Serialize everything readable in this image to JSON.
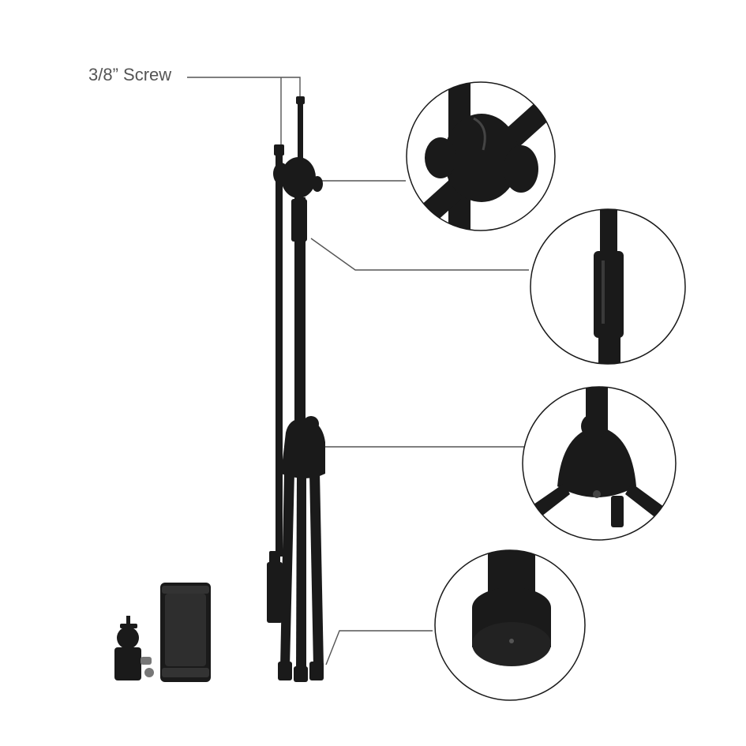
{
  "callout": {
    "label": "3/8” Screw"
  },
  "colors": {
    "background": "#ffffff",
    "metal": "#1a1a1a",
    "highlight": "#3a3a3a",
    "line": "#555555"
  },
  "parts": {
    "boom_clamp": "boom-clamp-knob",
    "tube_joint": "telescopic-tube-joint",
    "leg_hub": "tripod-leg-hub",
    "foot": "rubber-foot-cap",
    "ball_head": "mini-ball-head",
    "phone_clamp": "phone-holder-clamp"
  }
}
